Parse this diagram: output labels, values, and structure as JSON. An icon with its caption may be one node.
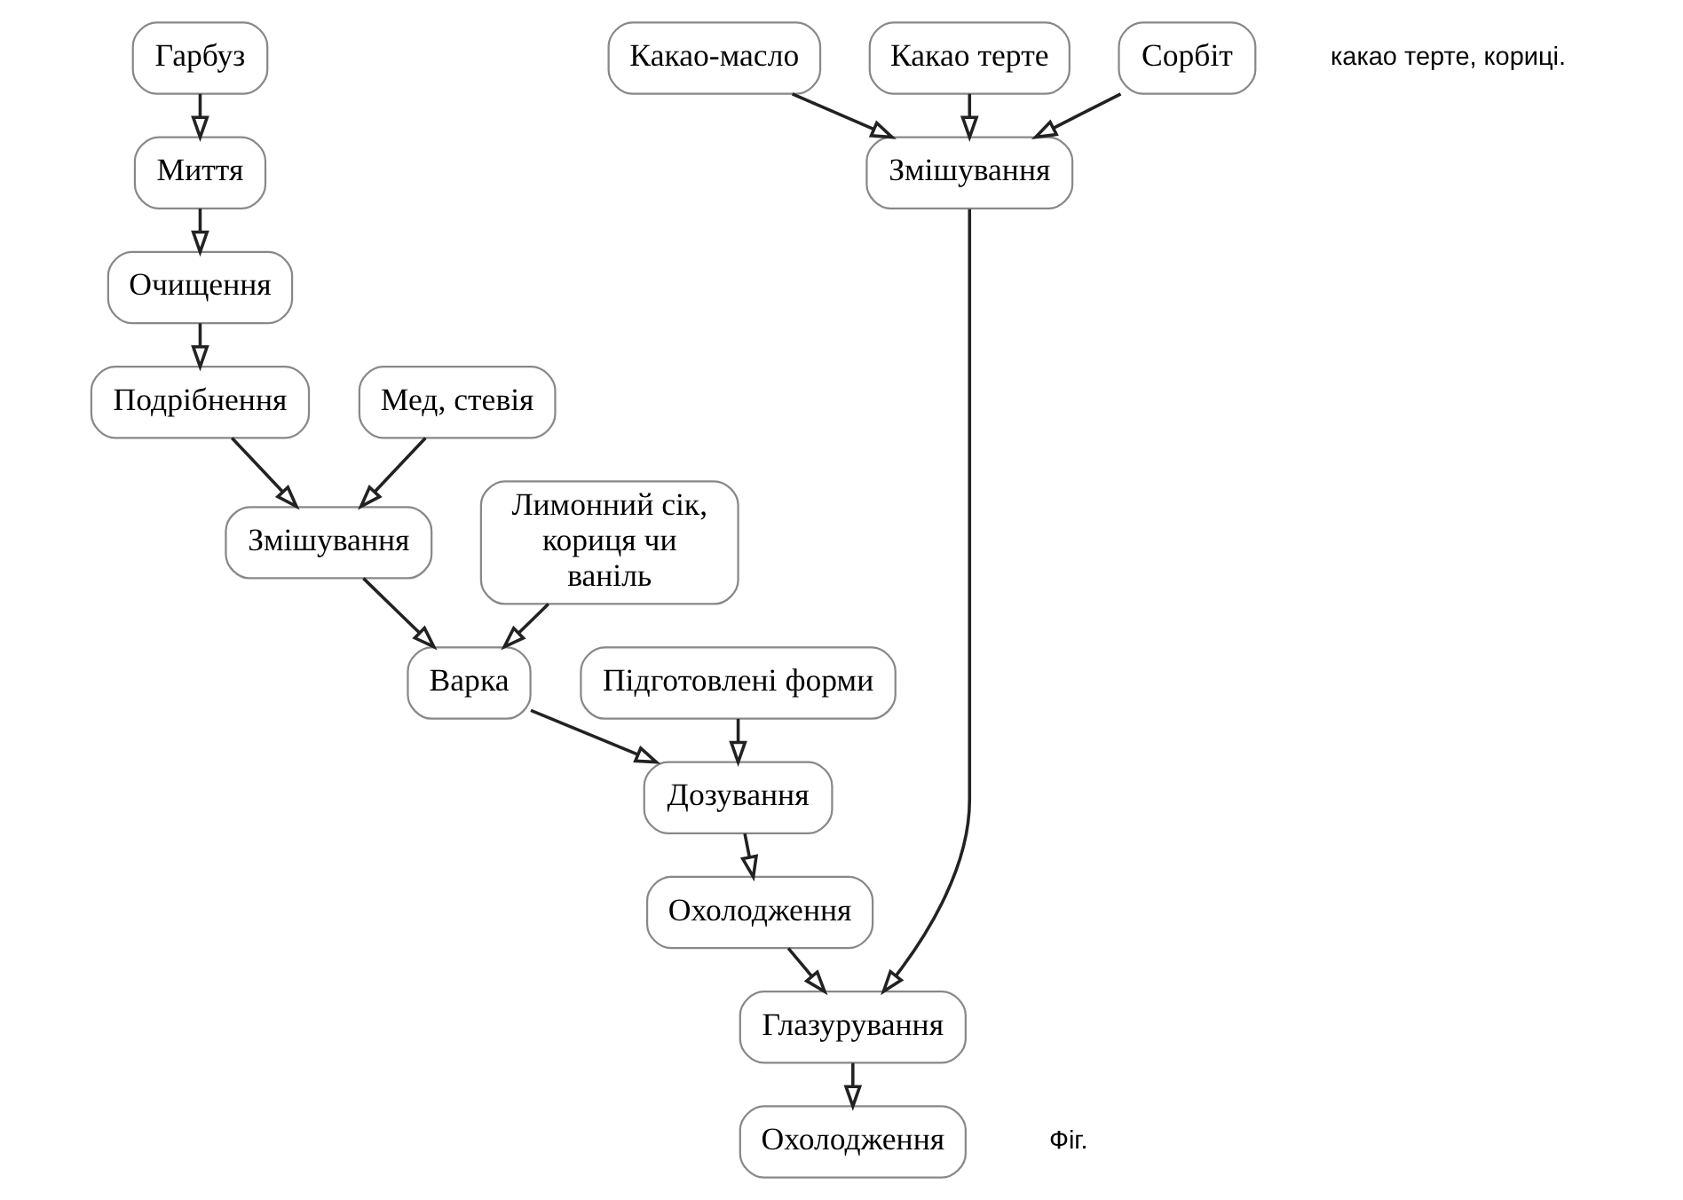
{
  "diagram": {
    "nodes": [
      {
        "text": [
          "Гарбуз"
        ]
      },
      {
        "text": [
          "Миття"
        ]
      },
      {
        "text": [
          "Очищення"
        ]
      },
      {
        "text": [
          "Подрібнення"
        ]
      },
      {
        "text": [
          "Змішування"
        ]
      },
      {
        "text": [
          "Варка"
        ]
      },
      {
        "text": [
          "Дозування"
        ]
      },
      {
        "text": [
          "Охолодження"
        ]
      },
      {
        "text": [
          "Глазурування"
        ]
      },
      {
        "text": [
          "Охолодження"
        ]
      },
      {
        "text": [
          "Какао-масло"
        ]
      },
      {
        "text": [
          "Какао терте"
        ]
      },
      {
        "text": [
          "Сорбіт"
        ]
      },
      {
        "text": [
          "Мед, стевія"
        ]
      },
      {
        "text": [
          "Лимонний сік, кориця чи ваніль"
        ]
      },
      {
        "text": [
          "Підготовлені форми"
        ]
      },
      {
        "text": [
          "Змішування"
        ]
      }
    ],
    "edges": [
      {
        "from": 0,
        "to": 1,
        "arrow": "to"
      },
      {
        "from": 1,
        "to": 2,
        "arrow": "to"
      },
      {
        "from": 2,
        "to": 3,
        "arrow": "to"
      },
      {
        "from": 3,
        "to": 4,
        "arrow": "to"
      },
      {
        "from": 4,
        "to": 5,
        "arrow": "to"
      },
      {
        "from": 5,
        "to": 6,
        "arrow": "to"
      },
      {
        "from": 6,
        "to": 7,
        "arrow": "to"
      },
      {
        "from": 7,
        "to": 8,
        "arrow": "to"
      },
      {
        "from": 8,
        "to": 9,
        "arrow": "to"
      },
      {
        "from": 13,
        "to": 4,
        "arrow": "to"
      },
      {
        "from": 14,
        "to": 5,
        "arrow": "to"
      },
      {
        "from": 15,
        "to": 6,
        "arrow": "to"
      },
      {
        "from": 10,
        "to": 16,
        "arrow": "to"
      },
      {
        "from": 11,
        "to": 16,
        "arrow": "to"
      },
      {
        "from": 12,
        "to": 16,
        "arrow": "to"
      },
      {
        "from": 16,
        "to": 8,
        "arrow": "to"
      }
    ],
    "labels": [
      "какао терте, кориці.",
      "Фіг."
    ]
  }
}
